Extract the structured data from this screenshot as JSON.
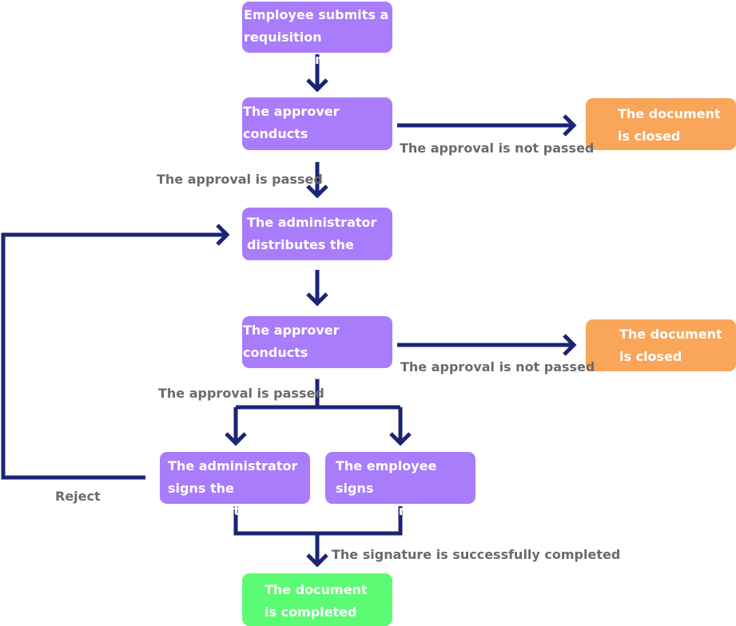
{
  "nodes": {
    "submit": "Employee submits a\nrequisition application",
    "approval_1": "The approver conducts\nthe approval",
    "closed_1": "The document\nis closed",
    "distribute": "The administrator\ndistributes the assets",
    "approval_2": "The approver conducts\nthe approval",
    "closed_2": "The document\nis closed",
    "admin_sign": "The administrator\nsigns the document",
    "employee_sign": "The employee signs\nthe document.",
    "completed": "The document\nis completed"
  },
  "edge_labels": {
    "not_passed_1": "The approval is not passed",
    "passed_1": "The approval is passed",
    "not_passed_2": "The approval is not passed",
    "passed_2": "The approval is passed",
    "reject": "Reject",
    "signature_done": "The signature is successfully completed"
  },
  "colors": {
    "process": "#a97cfb",
    "closed": "#f9a55a",
    "completed": "#5cfb74",
    "arrow": "#1b2573",
    "label": "#6a6a6a"
  }
}
